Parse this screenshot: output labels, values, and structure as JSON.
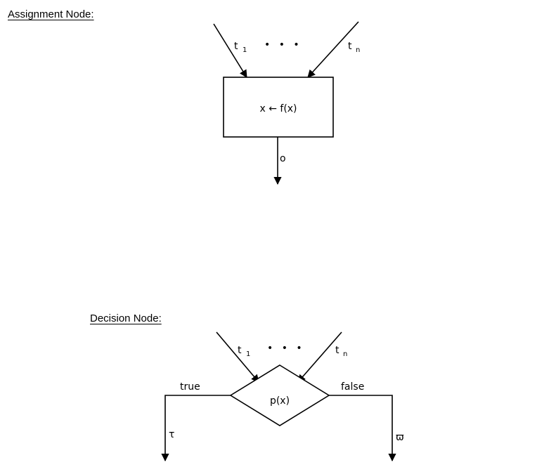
{
  "assignment": {
    "heading": "Assignment Node",
    "heading_suffix": ":",
    "input_left_label": "t",
    "input_left_sub": "1",
    "input_ellipsis": "• • •",
    "input_right_label": "t",
    "input_right_sub": "n",
    "box_text": "x ← f(x)",
    "output_label": "o"
  },
  "decision": {
    "heading": "Decision Node",
    "heading_suffix": ":",
    "input_left_label": "t",
    "input_left_sub": "1",
    "input_ellipsis": "• • •",
    "input_right_label": "t",
    "input_right_sub": "n",
    "diamond_text": "p(x)",
    "true_label": "true",
    "false_label": "false",
    "true_output_label": "τ",
    "false_output_label": "ϖ"
  }
}
